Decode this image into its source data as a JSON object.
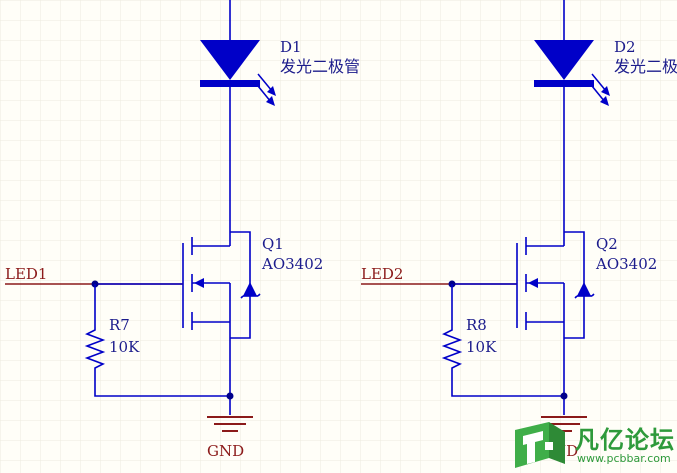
{
  "colors": {
    "wire": "#0000C8",
    "node": "#00008B",
    "text_blue": "#1C1C8C",
    "net_label": "#8B1A1A",
    "grid": "#EDEBDF",
    "background": "#FFFEF8",
    "brand_green": "#2E9A3B"
  },
  "channels": [
    {
      "led": {
        "designator": "D1",
        "name": "发光二极管"
      },
      "mosfet": {
        "designator": "Q1",
        "part": "AO3402"
      },
      "resistor": {
        "designator": "R7",
        "value": "10K"
      },
      "input_net": "LED1",
      "ground_net": "GND"
    },
    {
      "led": {
        "designator": "D2",
        "name": "发光二极管"
      },
      "mosfet": {
        "designator": "Q2",
        "part": "AO3402"
      },
      "resistor": {
        "designator": "R8",
        "value": "10K"
      },
      "input_net": "LED2",
      "ground_net": "GND"
    }
  ],
  "watermark": {
    "title": "凡亿论坛",
    "url": "www.pcbbar.com",
    "logo_icon": "pcb-leaf-logo-icon"
  }
}
